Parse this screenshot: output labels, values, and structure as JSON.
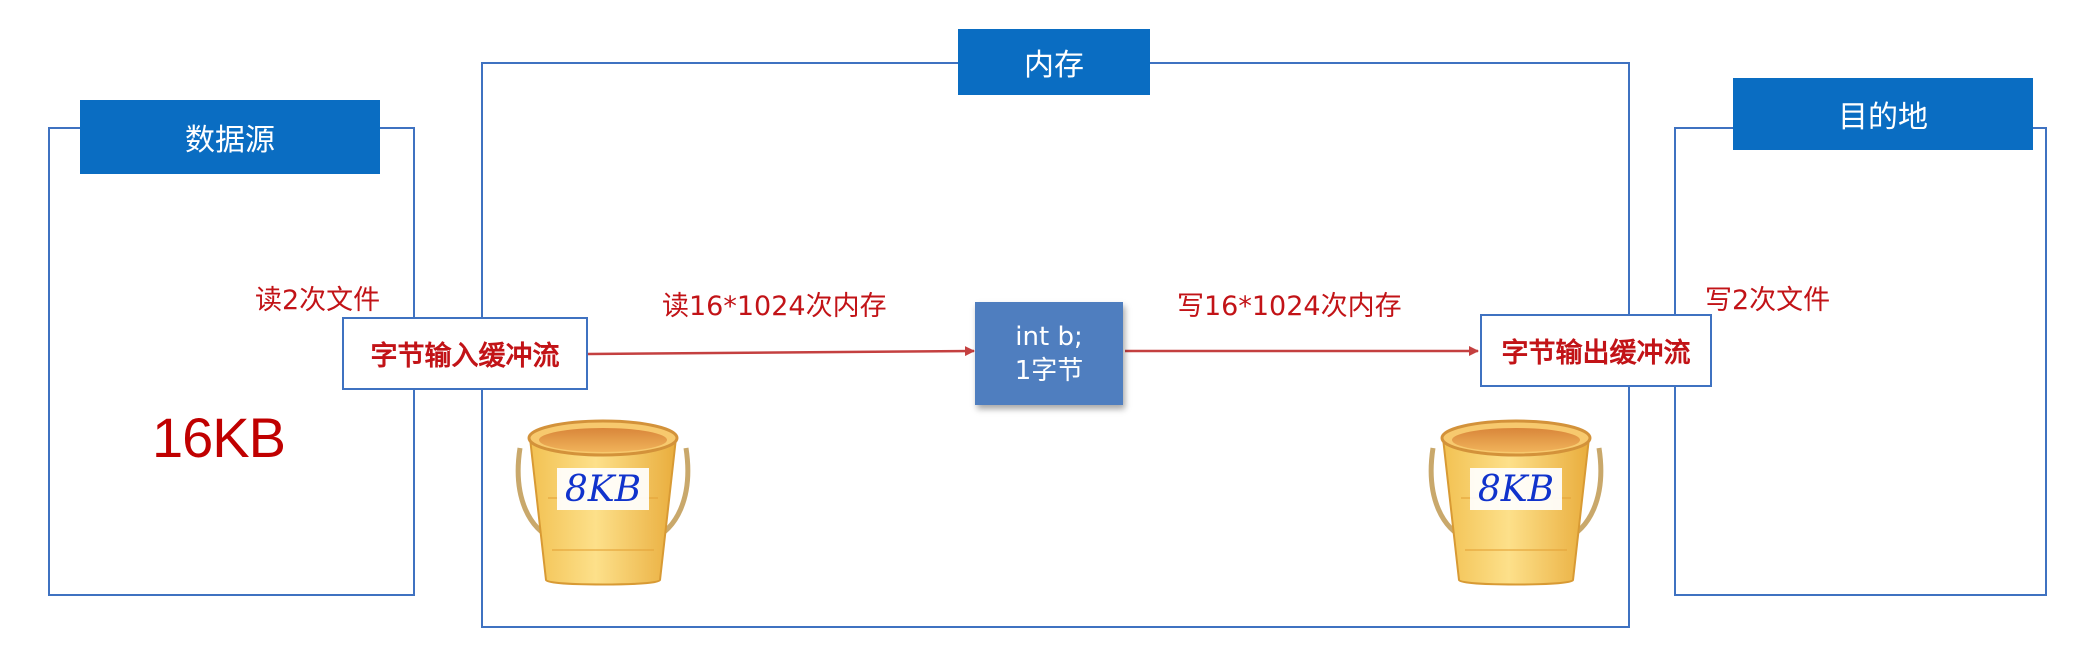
{
  "source": {
    "title": "数据源",
    "read_label": "读2次文件",
    "size": "16KB"
  },
  "memory": {
    "title": "内存",
    "read_label": "读16*1024次内存",
    "write_label": "写16*1024次内存"
  },
  "destination": {
    "title": "目的地",
    "write_label": "写2次文件"
  },
  "input_stream": {
    "label": "字节输入缓冲流"
  },
  "output_stream": {
    "label": "字节输出缓冲流"
  },
  "byte_var": {
    "line1": "int b;",
    "line2": "1字节"
  },
  "buffer_left": {
    "label": "8KB"
  },
  "buffer_right": {
    "label": "8KB"
  },
  "colors": {
    "frame": "#3f72c1",
    "tab": "#0a6dc2",
    "red": "#c21317",
    "byte_box": "#4f7ebf",
    "arrow": "#c44040"
  }
}
